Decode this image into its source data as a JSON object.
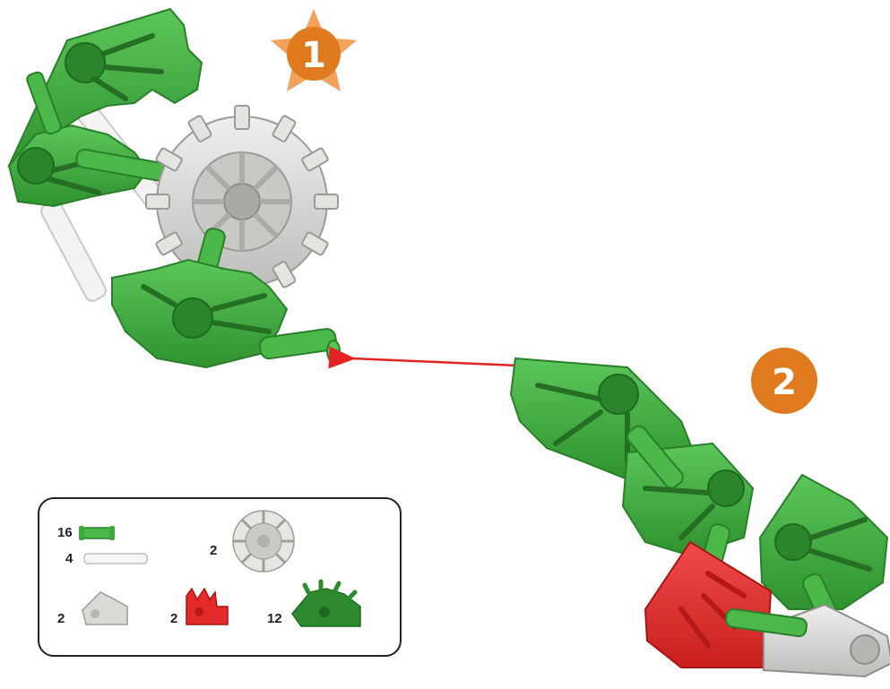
{
  "steps": [
    {
      "number": "1"
    },
    {
      "number": "2"
    }
  ],
  "parts_list": {
    "items": [
      {
        "qty": "16",
        "part": "green-connector-rod"
      },
      {
        "qty": "4",
        "part": "white-rod"
      },
      {
        "qty": "2",
        "part": "grey-gear"
      },
      {
        "qty": "2",
        "part": "grey-corner-connector"
      },
      {
        "qty": "2",
        "part": "red-corner-connector"
      },
      {
        "qty": "12",
        "part": "green-half-connector"
      }
    ]
  },
  "colors": {
    "step_badge": "#E07A1F",
    "star": "#F2A25B",
    "green_part": "#3DAA3C",
    "green_dark": "#2E8A2E",
    "grey_part": "#D9D9D6",
    "white_part": "#F2F2F2",
    "red_part": "#E52A2A",
    "arrow": "#E32222"
  }
}
